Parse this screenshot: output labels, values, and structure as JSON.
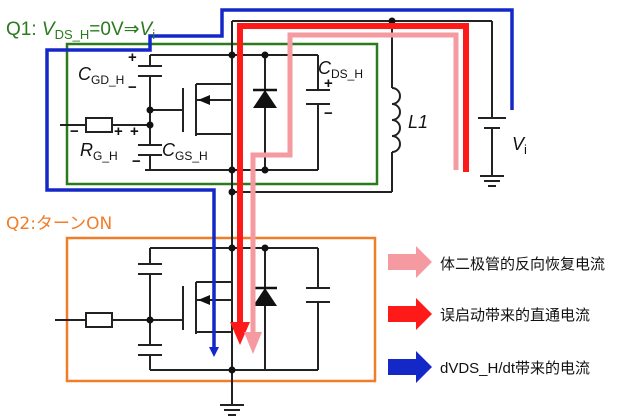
{
  "colors": {
    "wire": "#222222",
    "q1_box": "#2a7a1e",
    "q2_box": "#f07d28",
    "reverse_recovery": "#f59aa0",
    "shoot_through": "#ff1a1a",
    "dvdt": "#1428c8"
  },
  "q1": {
    "title_prefix": "Q1: ",
    "title_v": "V",
    "title_sub": "DS_H",
    "title_mid": "=0V⇒",
    "title_v2": "V",
    "title_sub2": "i",
    "cgd_main": "C",
    "cgd_sub": "GD_H",
    "cds_main": "C",
    "cds_sub": "DS_H",
    "rg_main": "R",
    "rg_sub": "G_H",
    "cgs_main": "C",
    "cgs_sub": "GS_H"
  },
  "q2": {
    "title": "Q2:ターンON"
  },
  "inductor_label": "L1",
  "source_main": "V",
  "source_sub": "i",
  "plus": "+",
  "minus": "−",
  "legend": {
    "items": [
      {
        "label": "体二极管的反向恢复电流",
        "icon": "arrow-right-icon",
        "color": "#f59aa0"
      },
      {
        "label": "误启动带来的直通电流",
        "icon": "arrow-right-icon",
        "color": "#ff1a1a"
      },
      {
        "label": "dVDS_H/dt带来的电流",
        "icon": "arrow-right-icon",
        "color": "#1428c8"
      }
    ]
  }
}
